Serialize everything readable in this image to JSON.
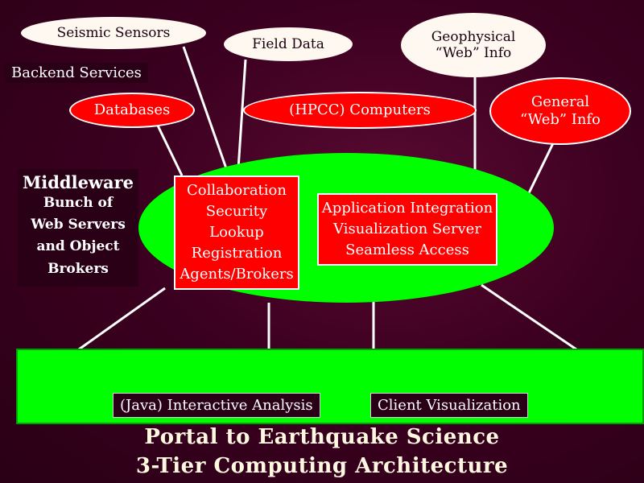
{
  "sources": {
    "seismic_sensors": "Seismic Sensors",
    "field_data": "Field Data",
    "geophysical_web_info_line1": "Geophysical",
    "geophysical_web_info_line2": "“Web” Info"
  },
  "backend_services_label": "Backend Services",
  "backend": {
    "databases": "Databases",
    "hpcc_computers": "(HPCC) Computers",
    "general_web_info_line1": "General",
    "general_web_info_line2": "“Web” Info"
  },
  "middleware": {
    "title": "Middleware",
    "description_lines": [
      "Bunch of",
      "Web Servers",
      "and Object",
      "Brokers"
    ],
    "services_lines": [
      "Collaboration",
      "Security",
      "Lookup",
      "Registration",
      "Agents/Brokers"
    ],
    "integration_lines": [
      "Application Integration",
      "Visualization Server",
      "Seamless Access"
    ]
  },
  "client": {
    "interactive_analysis": "(Java) Interactive Analysis",
    "client_visualization": "Client Visualization"
  },
  "title": {
    "line1": "Portal to Earthquake Science",
    "line2": "3-Tier Computing Architecture"
  },
  "colors": {
    "background": "#3c0020",
    "tier_green": "#00ff00",
    "service_red": "#ff0000",
    "source_white": "#fff8f0"
  }
}
